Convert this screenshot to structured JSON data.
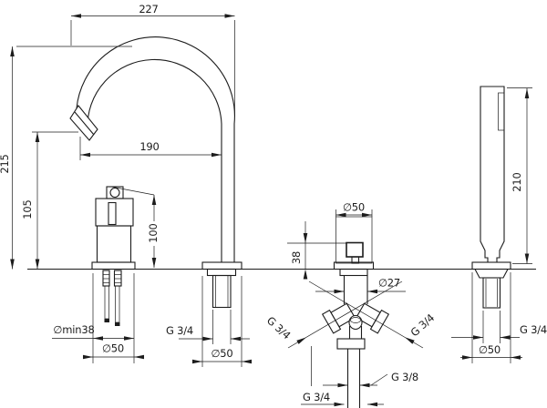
{
  "drawing": {
    "colors": {
      "line": "#1c1c1c",
      "background": "#ffffff"
    },
    "dims": {
      "top_width": "227",
      "spout_reach": "190",
      "total_height": "215",
      "outlet_height": "105",
      "handle_height": "100",
      "handshower_height": "210",
      "diverter_height": "38",
      "hole_min_dia": "∅min38",
      "handle_base_dia": "∅50",
      "spout_base_dia": "∅50",
      "diverter_base_dia": "∅50",
      "handshower_base_dia": "∅50",
      "diverter_pipe_dia": "∅27",
      "spout_thread": "G 3/4",
      "diverter_left_thread": "G 3/4",
      "diverter_right_thread": "G 3/4",
      "diverter_bottom_thread": "G 3/4",
      "diverter_riser_thread": "G 3/8",
      "handshower_thread": "G 3/4"
    }
  }
}
